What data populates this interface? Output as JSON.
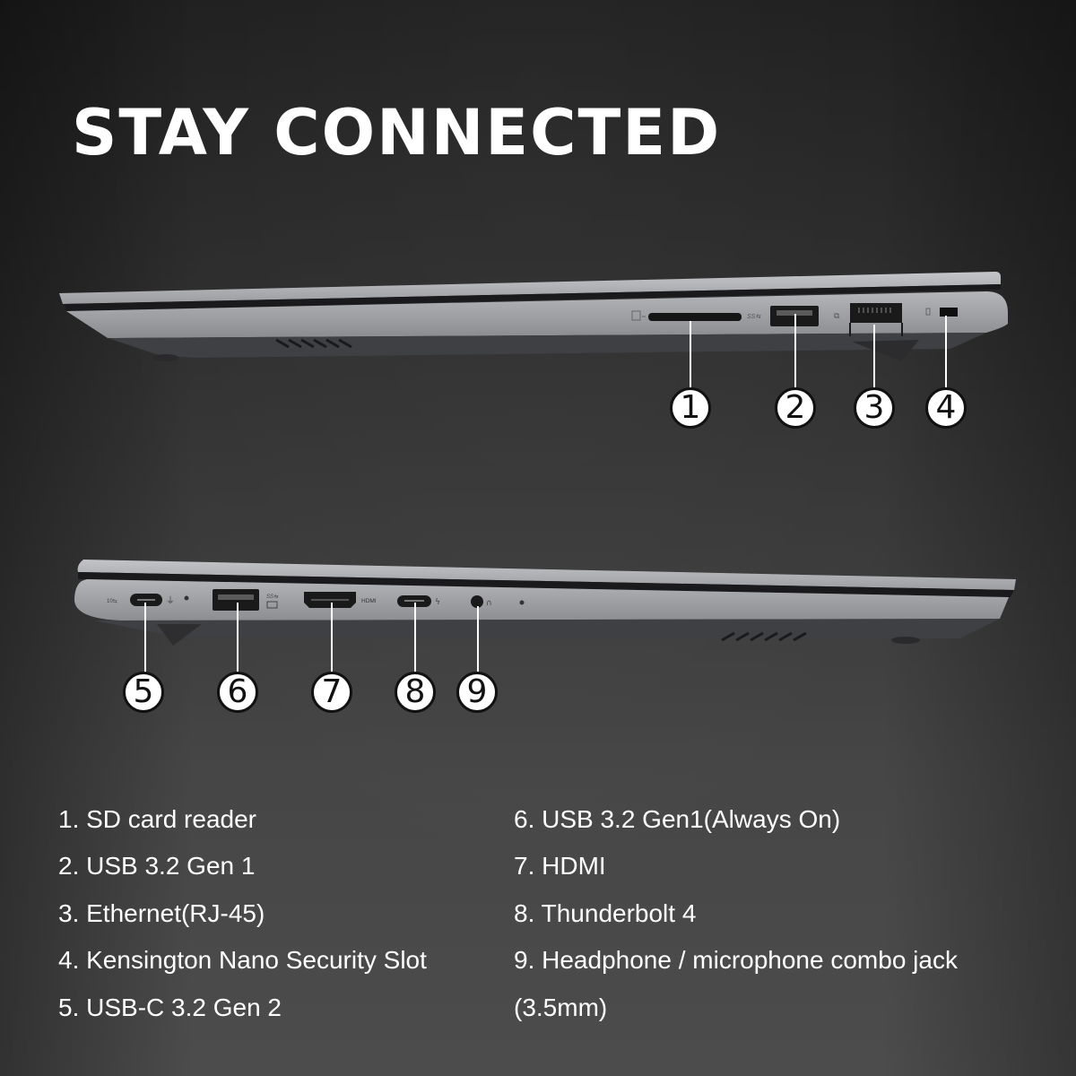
{
  "title": "STAY CONNECTED",
  "colors": {
    "background_top": "#1f1f1f",
    "background_bottom": "#4c4c4c",
    "chassis": "#9a9ca0",
    "chassis_dark": "#3c3e42",
    "text": "#ffffff",
    "callout_fill": "#ffffff",
    "callout_border": "#111111"
  },
  "views": [
    {
      "name": "right-side-view",
      "port_labels": {
        "usb_ss": "SS⇆",
        "ethernet_icon": "network-icon",
        "lock_icon": "lock-icon",
        "sd_icon": "sd-card-icon"
      },
      "callouts": [
        {
          "number": "1",
          "port": "SD card reader"
        },
        {
          "number": "2",
          "port": "USB 3.2 Gen 1"
        },
        {
          "number": "3",
          "port": "Ethernet(RJ-45)"
        },
        {
          "number": "4",
          "port": "Kensington Nano Security Slot"
        }
      ]
    },
    {
      "name": "left-side-view",
      "port_labels": {
        "hdmi": "HDMI",
        "usbc": "10⇆",
        "usb_ss": "SS⇆"
      },
      "callouts": [
        {
          "number": "5",
          "port": "USB-C 3.2 Gen 2"
        },
        {
          "number": "6",
          "port": "USB 3.2 Gen1(Always On)"
        },
        {
          "number": "7",
          "port": "HDMI"
        },
        {
          "number": "8",
          "port": "Thunderbolt 4"
        },
        {
          "number": "9",
          "port": "Headphone / microphone combo jack (3.5mm)"
        }
      ]
    }
  ],
  "specs": {
    "left": [
      "1. SD card reader",
      "2. USB 3.2 Gen 1",
      "3. Ethernet(RJ-45)",
      "4. Kensington Nano Security Slot",
      "5. USB-C 3.2 Gen 2"
    ],
    "right": [
      "6. USB 3.2 Gen1(Always On)",
      "7. HDMI",
      "8. Thunderbolt 4",
      "9. Headphone / microphone combo jack",
      "(3.5mm)"
    ]
  }
}
